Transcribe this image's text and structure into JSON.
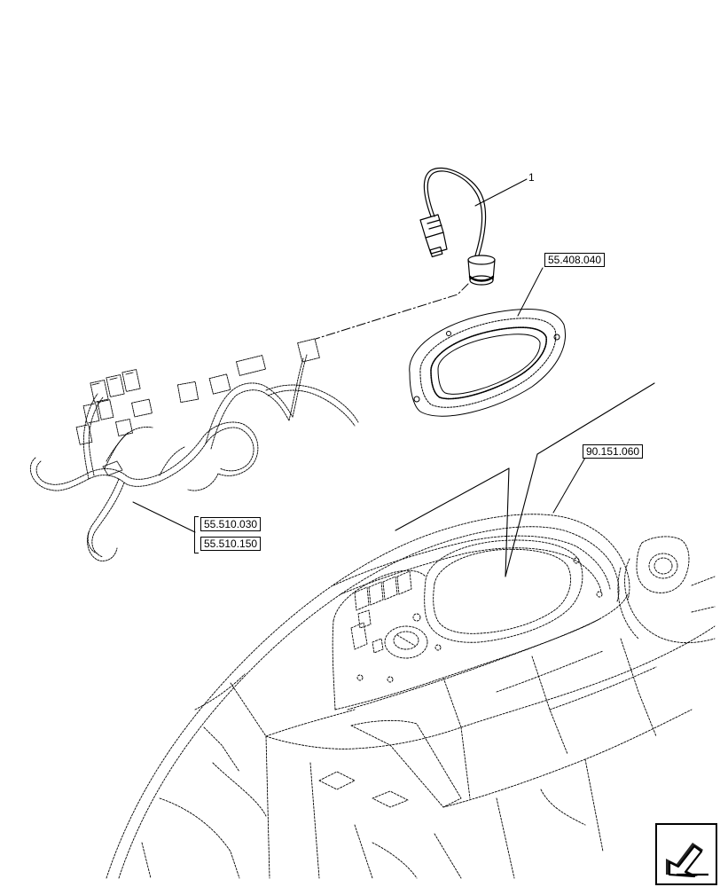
{
  "callouts": {
    "item_1": "1",
    "ref_instrument_cluster": "55.408.040",
    "ref_cab_dashboard": "90.151.060",
    "ref_harness_a": "55.510.030",
    "ref_harness_b": "55.510.150"
  },
  "icons": {
    "navigation": "next-page-arrow-icon"
  },
  "colors": {
    "line": "#000000",
    "background": "#ffffff"
  }
}
